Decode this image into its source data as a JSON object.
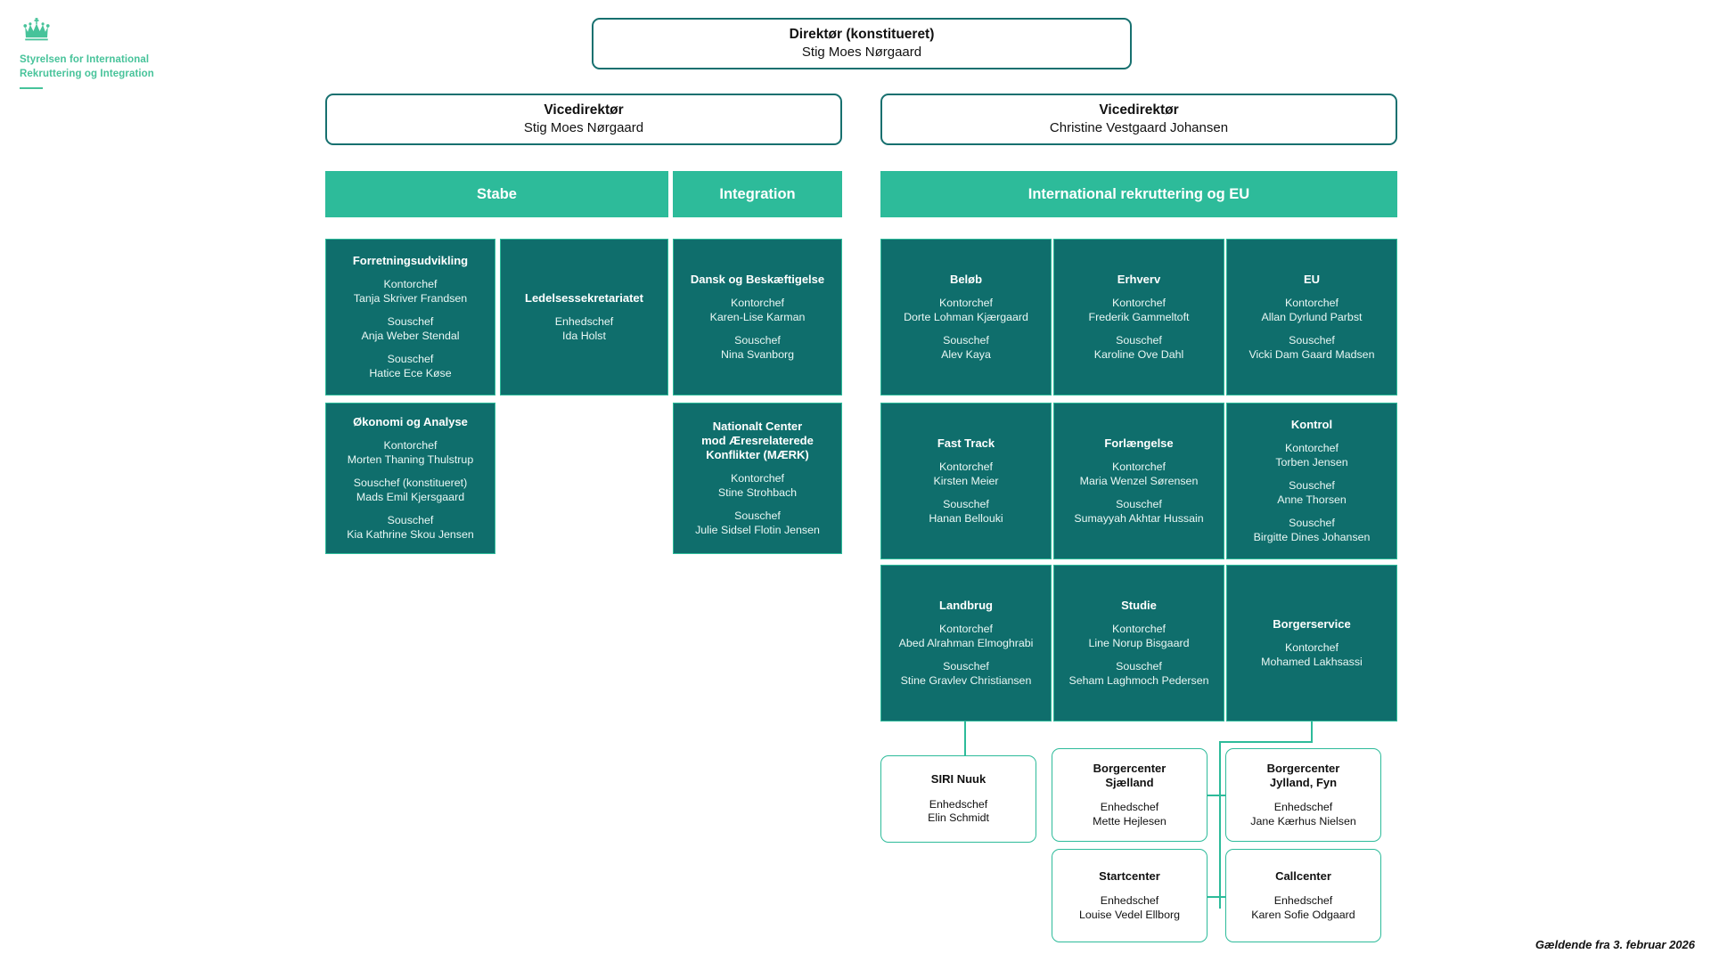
{
  "logo": {
    "icon": "crown-icon",
    "line1": "Styrelsen for International",
    "line2": "Rekruttering og Integration"
  },
  "colors": {
    "accent_light": "#2dbb9a",
    "accent_dark": "#0f6e6c",
    "outline_dark": "#17706f",
    "logo_green": "#47c39a"
  },
  "top": {
    "director": {
      "title": "Direktør (konstitueret)",
      "name": "Stig Moes Nørgaard"
    },
    "vice_left": {
      "title": "Vicedirektør",
      "name": "Stig Moes Nørgaard"
    },
    "vice_right": {
      "title": "Vicedirektør",
      "name": "Christine Vestgaard Johansen"
    }
  },
  "sections": {
    "stabe": "Stabe",
    "integration": "Integration",
    "international": "International rekruttering og EU"
  },
  "units": {
    "forretningsudvikling": {
      "title": "Forretningsudvikling",
      "roles": [
        {
          "role": "Kontorchef",
          "name": "Tanja Skriver Frandsen"
        },
        {
          "role": "Souschef",
          "name": "Anja Weber Stendal"
        },
        {
          "role": "Souschef",
          "name": "Hatice Ece Køse"
        }
      ]
    },
    "okonomi": {
      "title": "Økonomi og Analyse",
      "roles": [
        {
          "role": "Kontorchef",
          "name": "Morten Thaning Thulstrup"
        },
        {
          "role": "Souschef (konstitueret)",
          "name": "Mads Emil Kjersgaard"
        },
        {
          "role": "Souschef",
          "name": "Kia Kathrine Skou Jensen"
        }
      ]
    },
    "ledelsessekretariatet": {
      "title": "Ledelsessekretariatet",
      "roles": [
        {
          "role": "Enhedschef",
          "name": "Ida Holst"
        }
      ]
    },
    "dansk": {
      "title": "Dansk og Beskæftigelse",
      "roles": [
        {
          "role": "Kontorchef",
          "name": "Karen-Lise Karman"
        },
        {
          "role": "Souschef",
          "name": "Nina Svanborg"
        }
      ]
    },
    "maerk": {
      "title": "Nationalt Center\nmod Æresrelaterede\nKonflikter (MÆRK)",
      "roles": [
        {
          "role": "Kontorchef",
          "name": "Stine Strohbach"
        },
        {
          "role": "Souschef",
          "name": "Julie Sidsel Flotin Jensen"
        }
      ]
    },
    "belob": {
      "title": "Beløb",
      "roles": [
        {
          "role": "Kontorchef",
          "name": "Dorte Lohman Kjærgaard"
        },
        {
          "role": "Souschef",
          "name": "Alev Kaya"
        }
      ]
    },
    "erhverv": {
      "title": "Erhverv",
      "roles": [
        {
          "role": "Kontorchef",
          "name": "Frederik Gammeltoft"
        },
        {
          "role": "Souschef",
          "name": "Karoline Ove Dahl"
        }
      ]
    },
    "eu": {
      "title": "EU",
      "roles": [
        {
          "role": "Kontorchef",
          "name": "Allan Dyrlund Parbst"
        },
        {
          "role": "Souschef",
          "name": "Vicki Dam Gaard Madsen"
        }
      ]
    },
    "fasttrack": {
      "title": "Fast Track",
      "roles": [
        {
          "role": "Kontorchef",
          "name": "Kirsten Meier"
        },
        {
          "role": "Souschef",
          "name": "Hanan Bellouki"
        }
      ]
    },
    "forlaengelse": {
      "title": "Forlængelse",
      "roles": [
        {
          "role": "Kontorchef",
          "name": "Maria Wenzel Sørensen"
        },
        {
          "role": "Souschef",
          "name": "Sumayyah Akhtar Hussain"
        }
      ]
    },
    "kontrol": {
      "title": "Kontrol",
      "roles": [
        {
          "role": "Kontorchef",
          "name": "Torben Jensen"
        },
        {
          "role": "Souschef",
          "name": "Anne Thorsen"
        },
        {
          "role": "Souschef",
          "name": "Birgitte Dines Johansen"
        }
      ]
    },
    "landbrug": {
      "title": "Landbrug",
      "roles": [
        {
          "role": "Kontorchef",
          "name": "Abed Alrahman Elmoghrabi"
        },
        {
          "role": "Souschef",
          "name": "Stine Gravlev Christiansen"
        }
      ]
    },
    "studie": {
      "title": "Studie",
      "roles": [
        {
          "role": "Kontorchef",
          "name": "Line Norup Bisgaard"
        },
        {
          "role": "Souschef",
          "name": "Seham Laghmoch Pedersen"
        }
      ]
    },
    "borgerservice": {
      "title": "Borgerservice",
      "roles": [
        {
          "role": "Kontorchef",
          "name": "Mohamed Lakhsassi"
        }
      ]
    }
  },
  "centers": {
    "siri_nuuk": {
      "title": "SIRI Nuuk",
      "role": "Enhedschef",
      "name": "Elin Schmidt"
    },
    "borgercenter_sjaelland": {
      "title": "Borgercenter\nSjælland",
      "role": "Enhedschef",
      "name": "Mette Hejlesen"
    },
    "borgercenter_jylland": {
      "title": "Borgercenter\nJylland, Fyn",
      "role": "Enhedschef",
      "name": "Jane Kærhus Nielsen"
    },
    "startcenter": {
      "title": "Startcenter",
      "role": "Enhedschef",
      "name": "Louise Vedel Ellborg"
    },
    "callcenter": {
      "title": "Callcenter",
      "role": "Enhedschef",
      "name": "Karen Sofie Odgaard"
    }
  },
  "footer": {
    "text": "Gældende fra 3. februar 2026"
  }
}
